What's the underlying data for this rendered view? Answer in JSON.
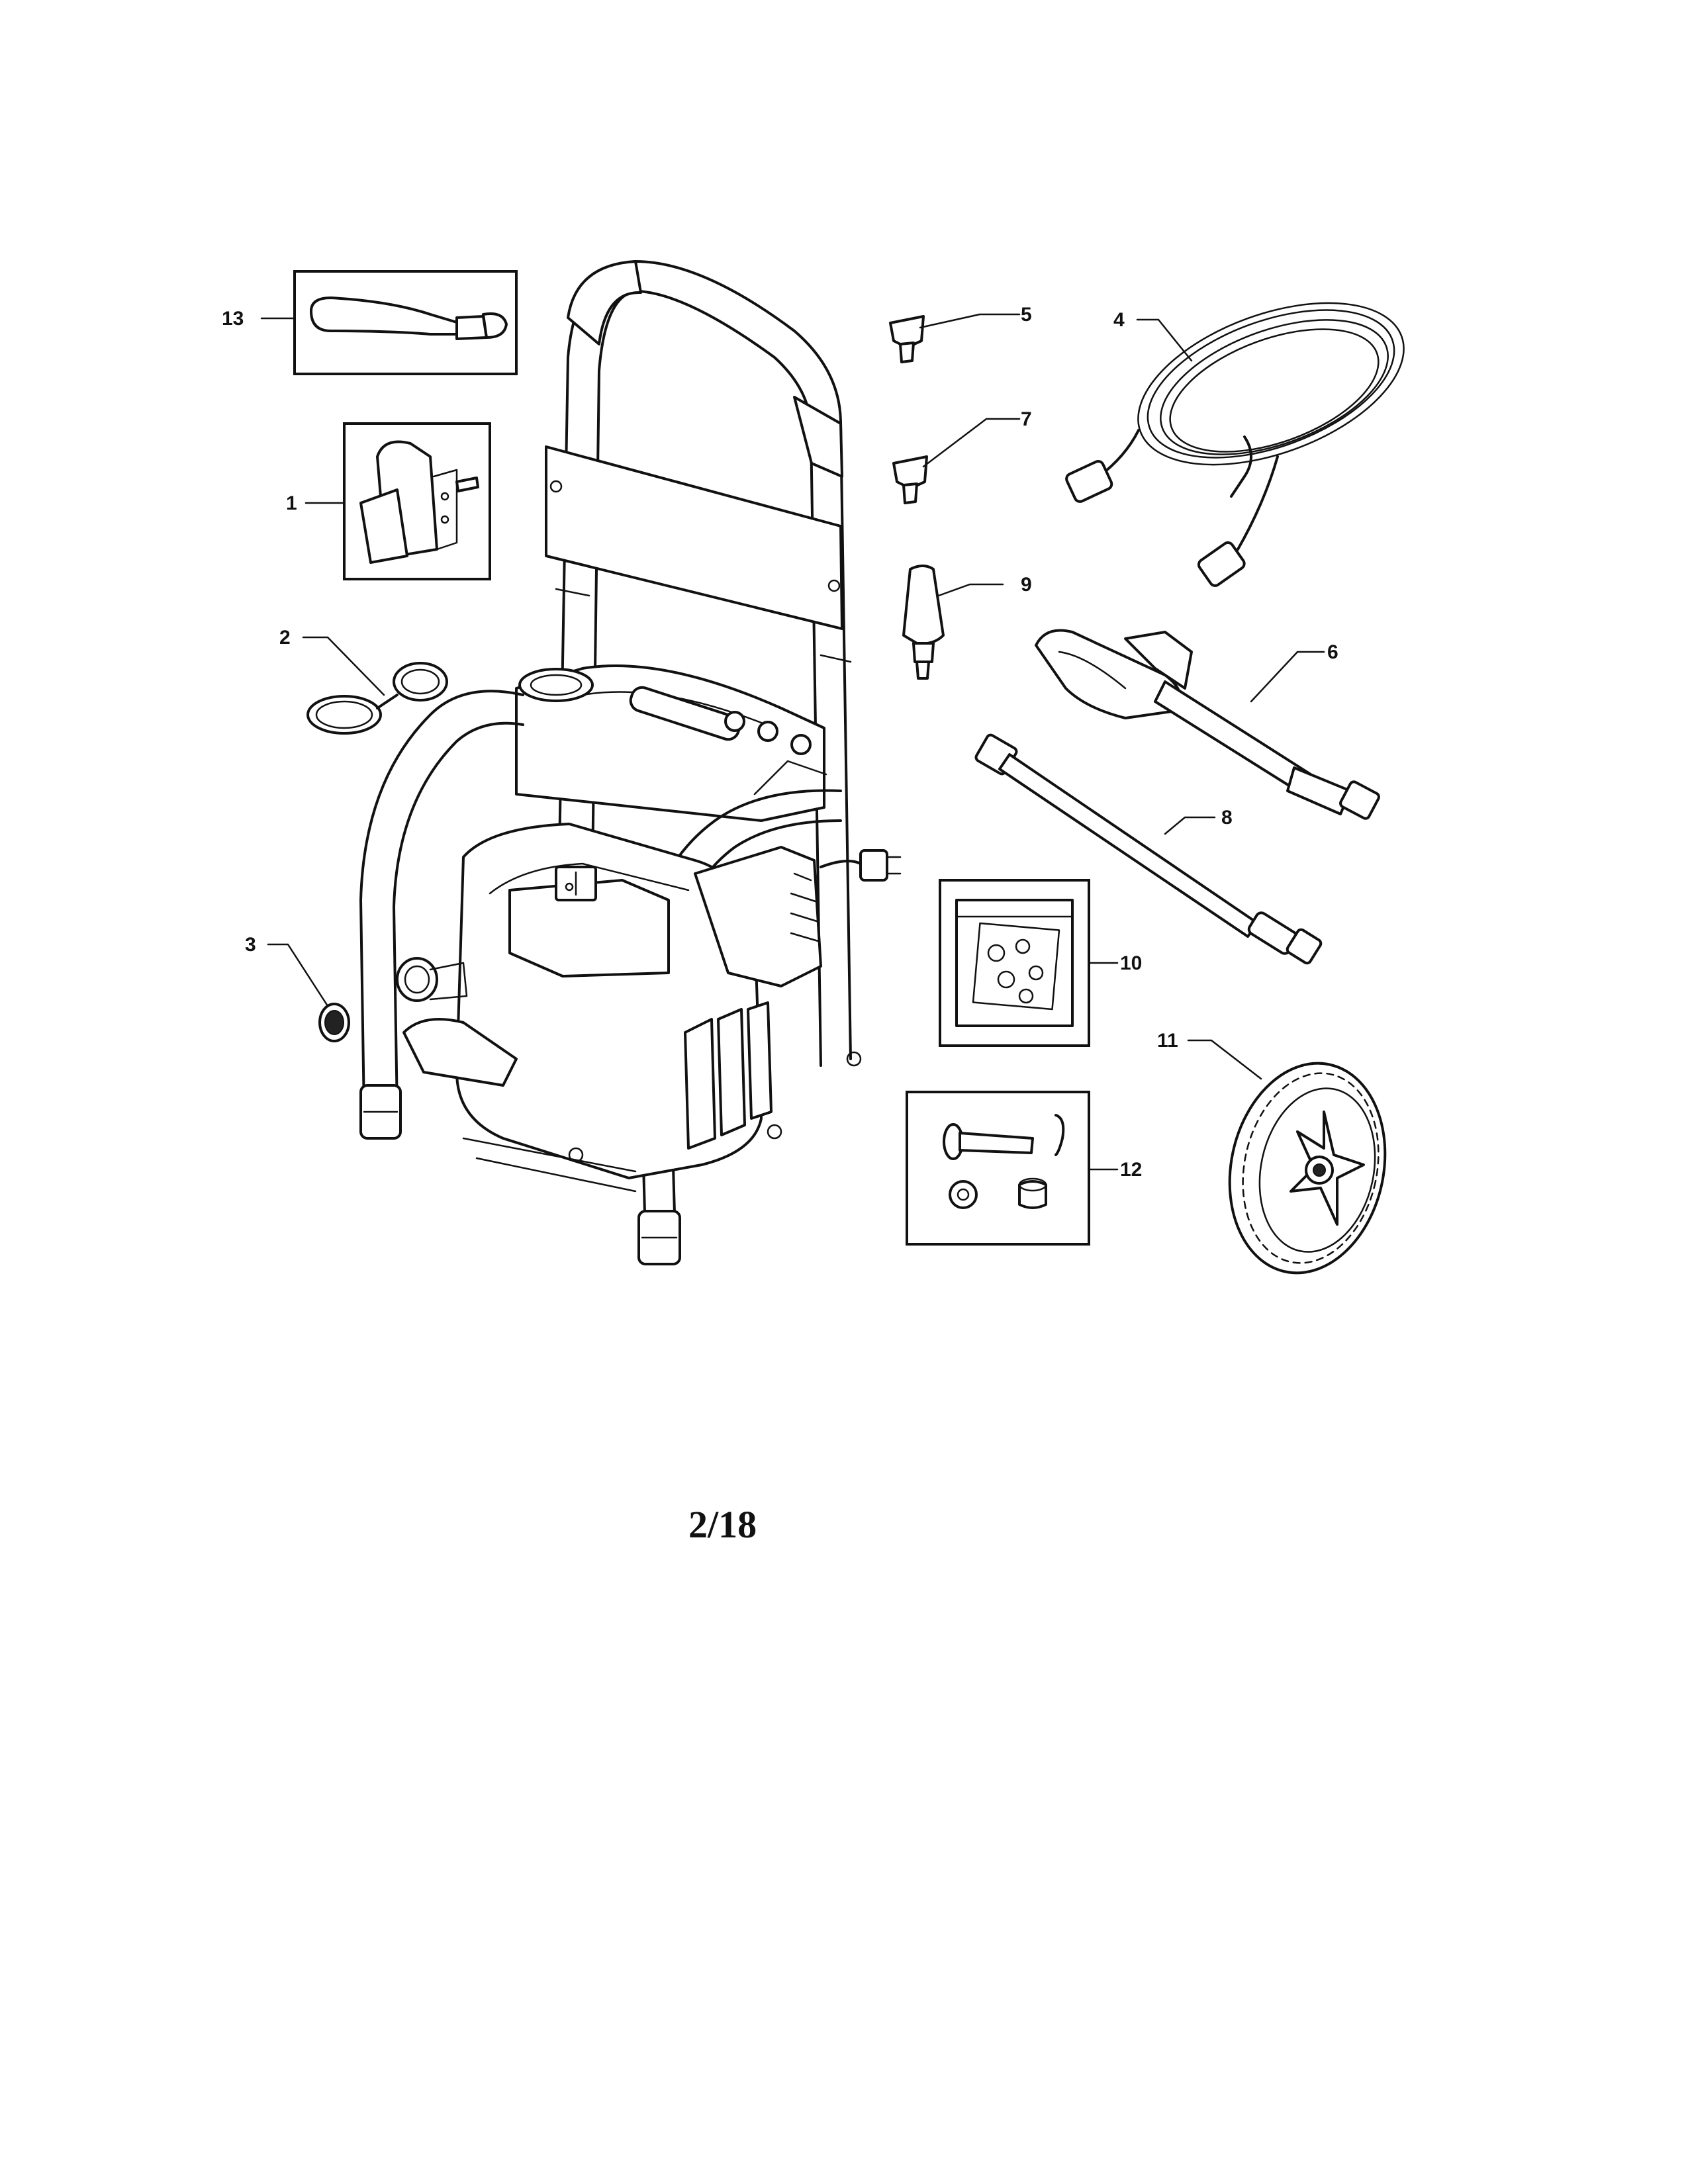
{
  "page": {
    "number": "2/18"
  },
  "callouts": [
    {
      "id": "1",
      "label": "1",
      "part": "hose-hook"
    },
    {
      "id": "2",
      "label": "2",
      "part": "cap-gasket"
    },
    {
      "id": "3",
      "label": "3",
      "part": "filter-screen"
    },
    {
      "id": "4",
      "label": "4",
      "part": "high-pressure-hose"
    },
    {
      "id": "5",
      "label": "5",
      "part": "spray-nozzle"
    },
    {
      "id": "6",
      "label": "6",
      "part": "spray-gun"
    },
    {
      "id": "7",
      "label": "7",
      "part": "spray-nozzle"
    },
    {
      "id": "8",
      "label": "8",
      "part": "spray-wand"
    },
    {
      "id": "9",
      "label": "9",
      "part": "turbo-nozzle"
    },
    {
      "id": "10",
      "label": "10",
      "part": "o-ring-kit"
    },
    {
      "id": "11",
      "label": "11",
      "part": "wheel"
    },
    {
      "id": "12",
      "label": "12",
      "part": "axle-kit"
    },
    {
      "id": "13",
      "label": "13",
      "part": "strap"
    }
  ]
}
